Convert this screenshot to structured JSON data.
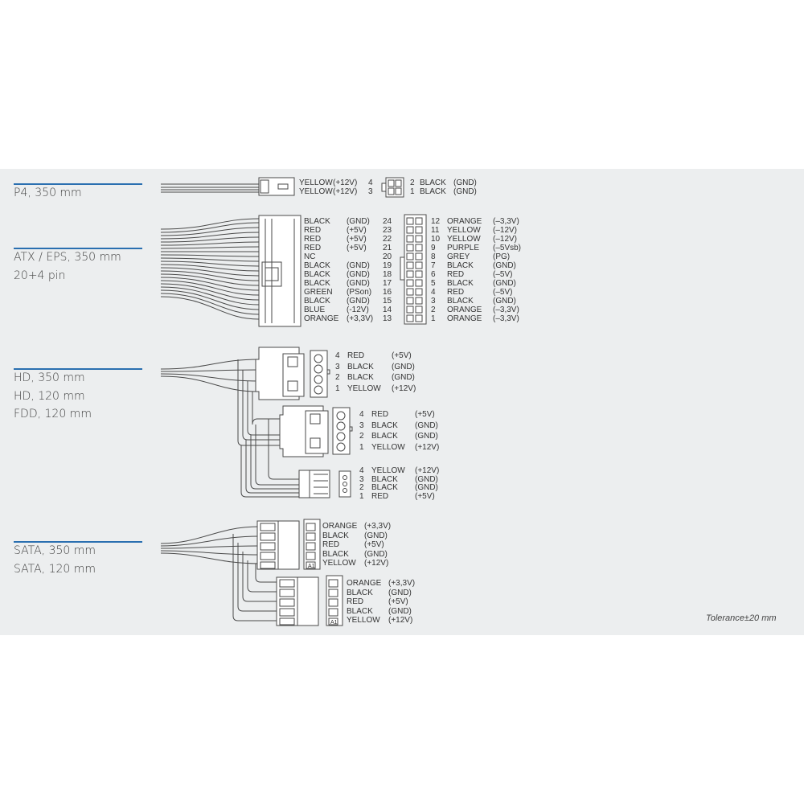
{
  "sections": {
    "p4": {
      "lines": [
        "P4, 350 mm"
      ]
    },
    "atx": {
      "lines": [
        "ATX / EPS, 350 mm",
        "20+4 pin"
      ]
    },
    "hd": {
      "lines": [
        "HD, 350 mm",
        "HD, 120 mm",
        "FDD, 120 mm"
      ]
    },
    "sata": {
      "lines": [
        "SATA, 350 mm",
        "SATA, 120 mm"
      ]
    }
  },
  "p4_pins": {
    "left": [
      {
        "color": "YELLOW",
        "voltage": "(+12V)",
        "pin": "4"
      },
      {
        "color": "YELLOW",
        "voltage": "(+12V)",
        "pin": "3"
      }
    ],
    "right": [
      {
        "pin": "2",
        "color": "BLACK",
        "voltage": "(GND)"
      },
      {
        "pin": "1",
        "color": "BLACK",
        "voltage": "(GND)"
      }
    ]
  },
  "atx_pins": {
    "left": [
      {
        "color": "BLACK",
        "voltage": "(GND)",
        "pin": "24"
      },
      {
        "color": "RED",
        "voltage": "(+5V)",
        "pin": "23"
      },
      {
        "color": "RED",
        "voltage": "(+5V)",
        "pin": "22"
      },
      {
        "color": "RED",
        "voltage": "(+5V)",
        "pin": "21"
      },
      {
        "color": "NC",
        "voltage": "",
        "pin": "20"
      },
      {
        "color": "BLACK",
        "voltage": "(GND)",
        "pin": "19"
      },
      {
        "color": "BLACK",
        "voltage": "(GND)",
        "pin": "18"
      },
      {
        "color": "BLACK",
        "voltage": "(GND)",
        "pin": "17"
      },
      {
        "color": "GREEN",
        "voltage": "(PSon)",
        "pin": "16"
      },
      {
        "color": "BLACK",
        "voltage": "(GND)",
        "pin": "15"
      },
      {
        "color": "BLUE",
        "voltage": "(-12V)",
        "pin": "14"
      },
      {
        "color": "ORANGE",
        "voltage": "(+3,3V)",
        "pin": "13"
      }
    ],
    "right": [
      {
        "pin": "12",
        "color": "ORANGE",
        "voltage": "(–3,3V)"
      },
      {
        "pin": "11",
        "color": "YELLOW",
        "voltage": "(–12V)"
      },
      {
        "pin": "10",
        "color": "YELLOW",
        "voltage": "(–12V)"
      },
      {
        "pin": "9",
        "color": "PURPLE",
        "voltage": "(–5Vsb)"
      },
      {
        "pin": "8",
        "color": "GREY",
        "voltage": "(PG)"
      },
      {
        "pin": "7",
        "color": "BLACK",
        "voltage": "(GND)"
      },
      {
        "pin": "6",
        "color": "RED",
        "voltage": "(–5V)"
      },
      {
        "pin": "5",
        "color": "BLACK",
        "voltage": "(GND)"
      },
      {
        "pin": "4",
        "color": "RED",
        "voltage": "(–5V)"
      },
      {
        "pin": "3",
        "color": "BLACK",
        "voltage": "(GND)"
      },
      {
        "pin": "2",
        "color": "ORANGE",
        "voltage": "(–3,3V)"
      },
      {
        "pin": "1",
        "color": "ORANGE",
        "voltage": "(–3,3V)"
      }
    ]
  },
  "hd1_pins": [
    {
      "pin": "4",
      "color": "RED",
      "voltage": "(+5V)"
    },
    {
      "pin": "3",
      "color": "BLACK",
      "voltage": "(GND)"
    },
    {
      "pin": "2",
      "color": "BLACK",
      "voltage": "(GND)"
    },
    {
      "pin": "1",
      "color": "YELLOW",
      "voltage": "(+12V)"
    }
  ],
  "hd2_pins": [
    {
      "pin": "4",
      "color": "RED",
      "voltage": "(+5V)"
    },
    {
      "pin": "3",
      "color": "BLACK",
      "voltage": "(GND)"
    },
    {
      "pin": "2",
      "color": "BLACK",
      "voltage": "(GND)"
    },
    {
      "pin": "1",
      "color": "YELLOW",
      "voltage": "(+12V)"
    }
  ],
  "fdd_pins": [
    {
      "pin": "4",
      "color": "YELLOW",
      "voltage": "(+12V)"
    },
    {
      "pin": "3",
      "color": "BLACK",
      "voltage": "(GND)"
    },
    {
      "pin": "2",
      "color": "BLACK",
      "voltage": "(GND)"
    },
    {
      "pin": "1",
      "color": "RED",
      "voltage": "(+5V)"
    }
  ],
  "sata1_pins": [
    {
      "color": "ORANGE",
      "voltage": "(+3,3V)"
    },
    {
      "color": "BLACK",
      "voltage": "(GND)"
    },
    {
      "color": "RED",
      "voltage": "(+5V)"
    },
    {
      "color": "BLACK",
      "voltage": "(GND)"
    },
    {
      "color": "YELLOW",
      "voltage": "(+12V)"
    }
  ],
  "sata2_pins": [
    {
      "color": "ORANGE",
      "voltage": "(+3,3V)"
    },
    {
      "color": "BLACK",
      "voltage": "(GND)"
    },
    {
      "color": "RED",
      "voltage": "(+5V)"
    },
    {
      "color": "BLACK",
      "voltage": "(GND)"
    },
    {
      "color": "YELLOW",
      "voltage": "(+12V)"
    }
  ],
  "sata_pin_marker": "A1",
  "tolerance": "Tolerance±20 mm",
  "colors": {
    "panel": "#eceeef",
    "rule": "#2a6fb0",
    "line": "#4a4a4a"
  }
}
